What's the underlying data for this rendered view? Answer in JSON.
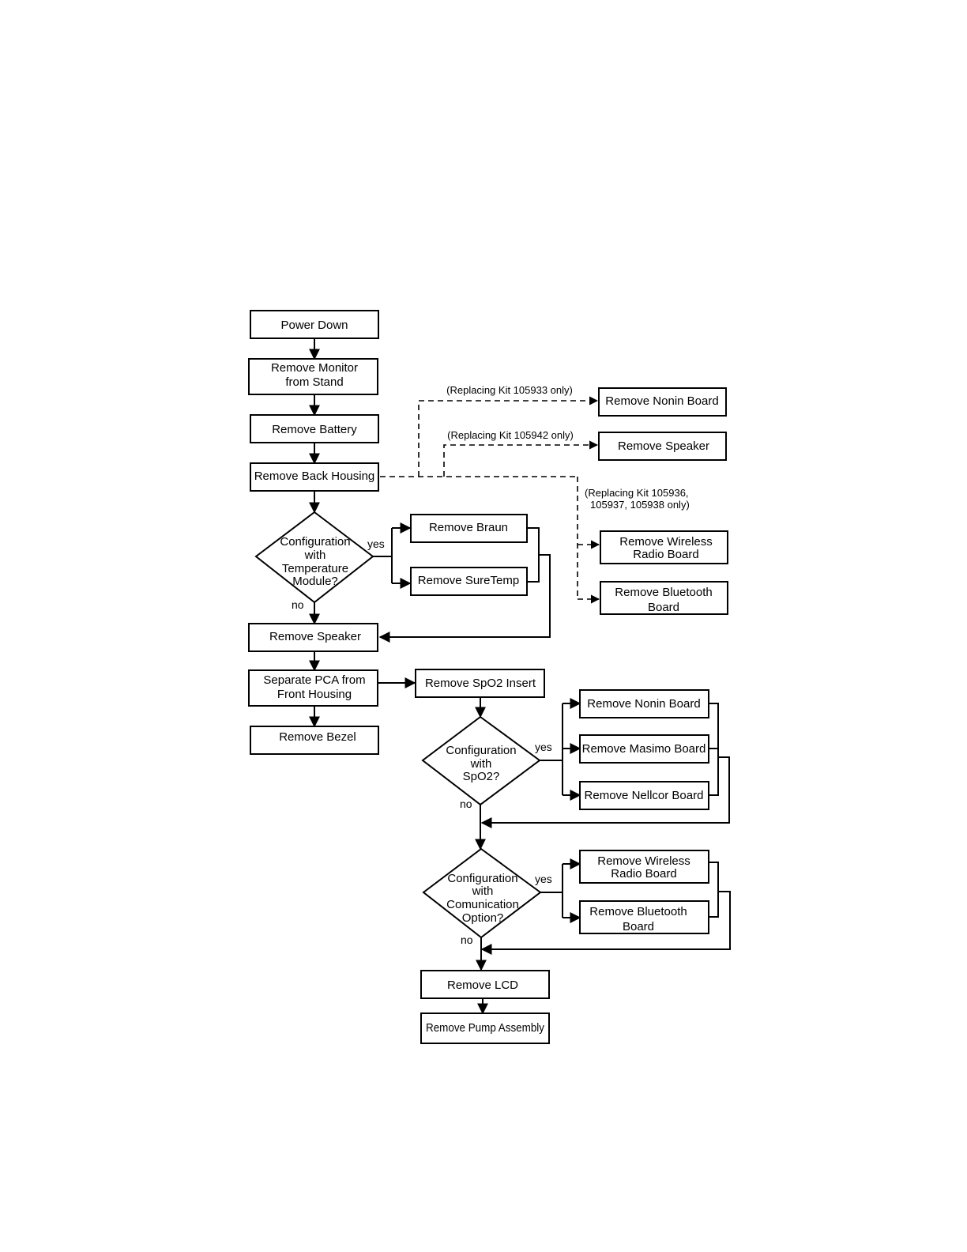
{
  "nodes": {
    "power_down": [
      "Power Down"
    ],
    "remove_monitor": [
      "Remove Monitor",
      "from Stand"
    ],
    "remove_battery": [
      "Remove Battery"
    ],
    "remove_back_housing": [
      "Remove Back Housing"
    ],
    "remove_nonin_top": [
      "Remove Nonin Board"
    ],
    "remove_speaker_top": [
      "Remove Speaker"
    ],
    "remove_wireless_top": [
      "Remove Wireless",
      "Radio Board"
    ],
    "remove_bluetooth_top": [
      "Remove Bluetooth",
      "Board"
    ],
    "config_temp": [
      "Configuration",
      "with",
      "Temperature",
      "Module?"
    ],
    "remove_braun": [
      "Remove Braun"
    ],
    "remove_suretemp": [
      "Remove SureTemp"
    ],
    "remove_speaker": [
      "Remove Speaker"
    ],
    "separate_pca": [
      "Separate  PCA from",
      "Front Housing"
    ],
    "remove_bezel": [
      "Remove Bezel"
    ],
    "remove_spo2": [
      "Remove SpO2 Insert"
    ],
    "config_spo2": [
      "Configuration",
      "with",
      "SpO2?"
    ],
    "remove_nonin": [
      "Remove Nonin Board"
    ],
    "remove_masimo": [
      "Remove Masimo Board"
    ],
    "remove_nellcor": [
      "Remove Nellcor Board"
    ],
    "config_comm": [
      "Configuration",
      "with",
      "Comunication",
      "Option?"
    ],
    "remove_wireless": [
      "Remove Wireless",
      "Radio Board"
    ],
    "remove_bluetooth": [
      "Remove Bluetooth",
      "Board"
    ],
    "remove_lcd": [
      "Remove LCD"
    ],
    "remove_pump": [
      "Remove Pump Assembly"
    ]
  },
  "notes": {
    "kit_105933": [
      "(Replacing Kit 105933 only)"
    ],
    "kit_105942": [
      "(Replacing Kit 105942 only)"
    ],
    "kit_105936": [
      "(Replacing Kit 105936,",
      "105937, 105938 only)"
    ]
  },
  "edge_labels": {
    "yes": "yes",
    "no": "no"
  }
}
